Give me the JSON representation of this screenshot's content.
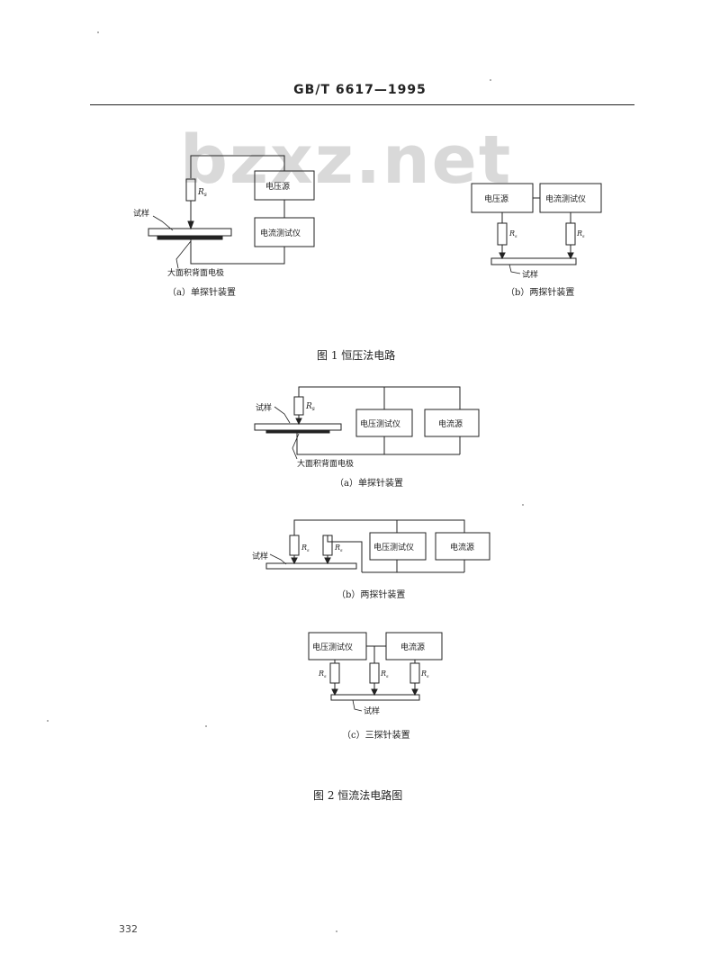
{
  "header": {
    "standard_id": "GB/T 6617—1995"
  },
  "watermark": {
    "text": "bzxz.net"
  },
  "labels": {
    "sample": "试样",
    "large_back_electrode": "大面积背面电极",
    "voltage_source": "电压源",
    "current_meter": "电流测试仪",
    "voltage_meter": "电压测试仪",
    "current_source": "电流源",
    "resistor": "R",
    "resistor_sub": "s"
  },
  "figure1": {
    "caption": "图 1   恒压法电路",
    "a_caption": "（a）单探针装置",
    "b_caption": "（b）两探针装置"
  },
  "figure2": {
    "caption": "图 2   恒流法电路图",
    "a_caption": "（a）单探针装置",
    "b_caption": "（b）两探针装置",
    "c_caption": "（c）三探针装置"
  },
  "footer": {
    "page_number": "332"
  }
}
